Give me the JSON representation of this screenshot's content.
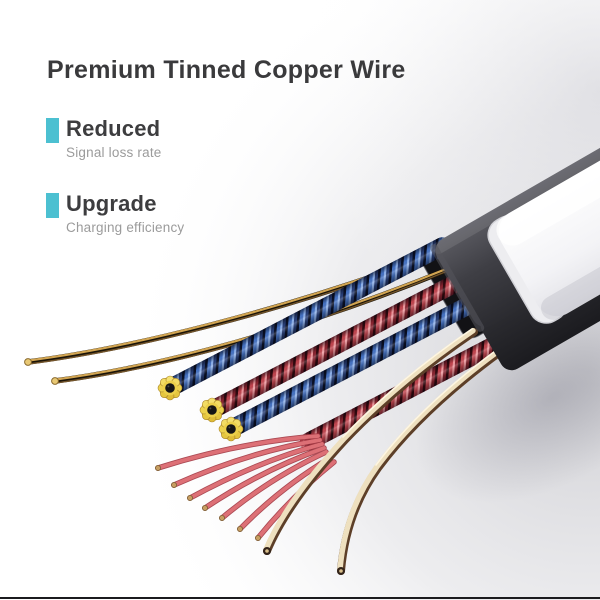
{
  "page": {
    "title": "Premium Tinned Copper Wire"
  },
  "features": [
    {
      "label": "Reduced",
      "description": "Signal loss rate"
    },
    {
      "label": "Upgrade",
      "description": "Charging efficiency"
    }
  ],
  "theme": {
    "accent": "#4cc0d1",
    "heading_color": "#3a3a3c",
    "subtext_color": "#9b9b9b",
    "background": "#ffffff",
    "background_shade": "#d8d8dc",
    "bottom_border": "#1b1b1e"
  },
  "illustration": {
    "description": "Cutaway render of a flat USB cable: white outer sheath, black inner jacket, exposed tinned copper wires",
    "parts": [
      "white-flat-sheath",
      "black-inner-jacket",
      "gold-tinned-signal-wires",
      "blue-twisted-wire-bundles",
      "red-twisted-wire-bundles",
      "red-copper-strand-fan",
      "cream-ground-wires",
      "yellow-flower-wire-tips"
    ],
    "colors": {
      "sheath": "#f6f6f8",
      "jacket": "#3d3d43",
      "blue_wire": "#4673c4",
      "red_wire": "#c2454f",
      "gold_wire": "#d2a552",
      "cream_wire": "#eee0bf",
      "tip_petals": "#ecd24e",
      "tip_core": "#151515"
    }
  }
}
